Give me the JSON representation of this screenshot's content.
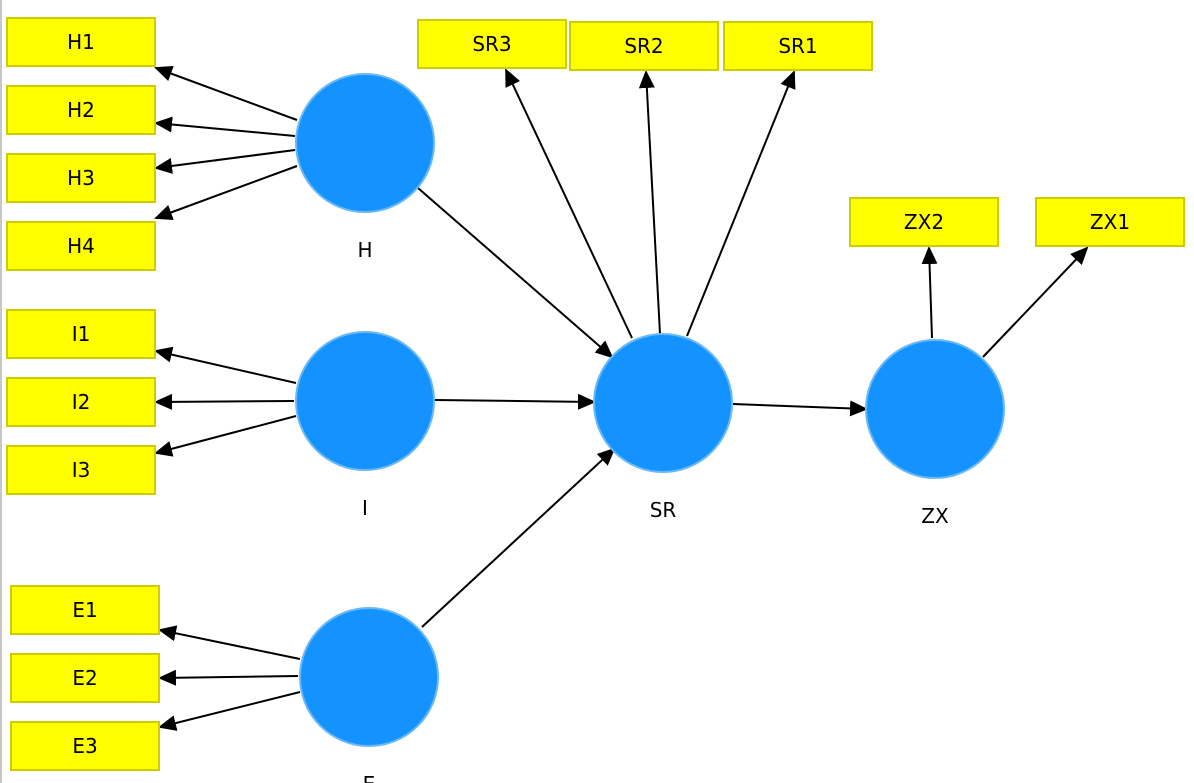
{
  "diagram": {
    "type": "path-model",
    "colors": {
      "latent_fill": "#1493fe",
      "latent_stroke": "#6ab9f5",
      "indicator_fill": "#ffff00",
      "indicator_stroke": "#cccc00",
      "arrow": "#000000",
      "background": "#ffffff"
    },
    "latent_variables": [
      {
        "id": "H",
        "label": "H"
      },
      {
        "id": "I",
        "label": "I"
      },
      {
        "id": "E",
        "label": "E"
      },
      {
        "id": "SR",
        "label": "SR"
      },
      {
        "id": "ZX",
        "label": "ZX"
      }
    ],
    "indicators": [
      {
        "id": "H1",
        "label": "H1",
        "latent": "H"
      },
      {
        "id": "H2",
        "label": "H2",
        "latent": "H"
      },
      {
        "id": "H3",
        "label": "H3",
        "latent": "H"
      },
      {
        "id": "H4",
        "label": "H4",
        "latent": "H"
      },
      {
        "id": "I1",
        "label": "I1",
        "latent": "I"
      },
      {
        "id": "I2",
        "label": "I2",
        "latent": "I"
      },
      {
        "id": "I3",
        "label": "I3",
        "latent": "I"
      },
      {
        "id": "E1",
        "label": "E1",
        "latent": "E"
      },
      {
        "id": "E2",
        "label": "E2",
        "latent": "E"
      },
      {
        "id": "E3",
        "label": "E3",
        "latent": "E"
      },
      {
        "id": "SR3",
        "label": "SR3",
        "latent": "SR"
      },
      {
        "id": "SR2",
        "label": "SR2",
        "latent": "SR"
      },
      {
        "id": "SR1",
        "label": "SR1",
        "latent": "SR"
      },
      {
        "id": "ZX2",
        "label": "ZX2",
        "latent": "ZX"
      },
      {
        "id": "ZX1",
        "label": "ZX1",
        "latent": "ZX"
      }
    ],
    "structural_paths": [
      {
        "from": "H",
        "to": "SR"
      },
      {
        "from": "I",
        "to": "SR"
      },
      {
        "from": "E",
        "to": "SR"
      },
      {
        "from": "SR",
        "to": "ZX"
      }
    ]
  }
}
